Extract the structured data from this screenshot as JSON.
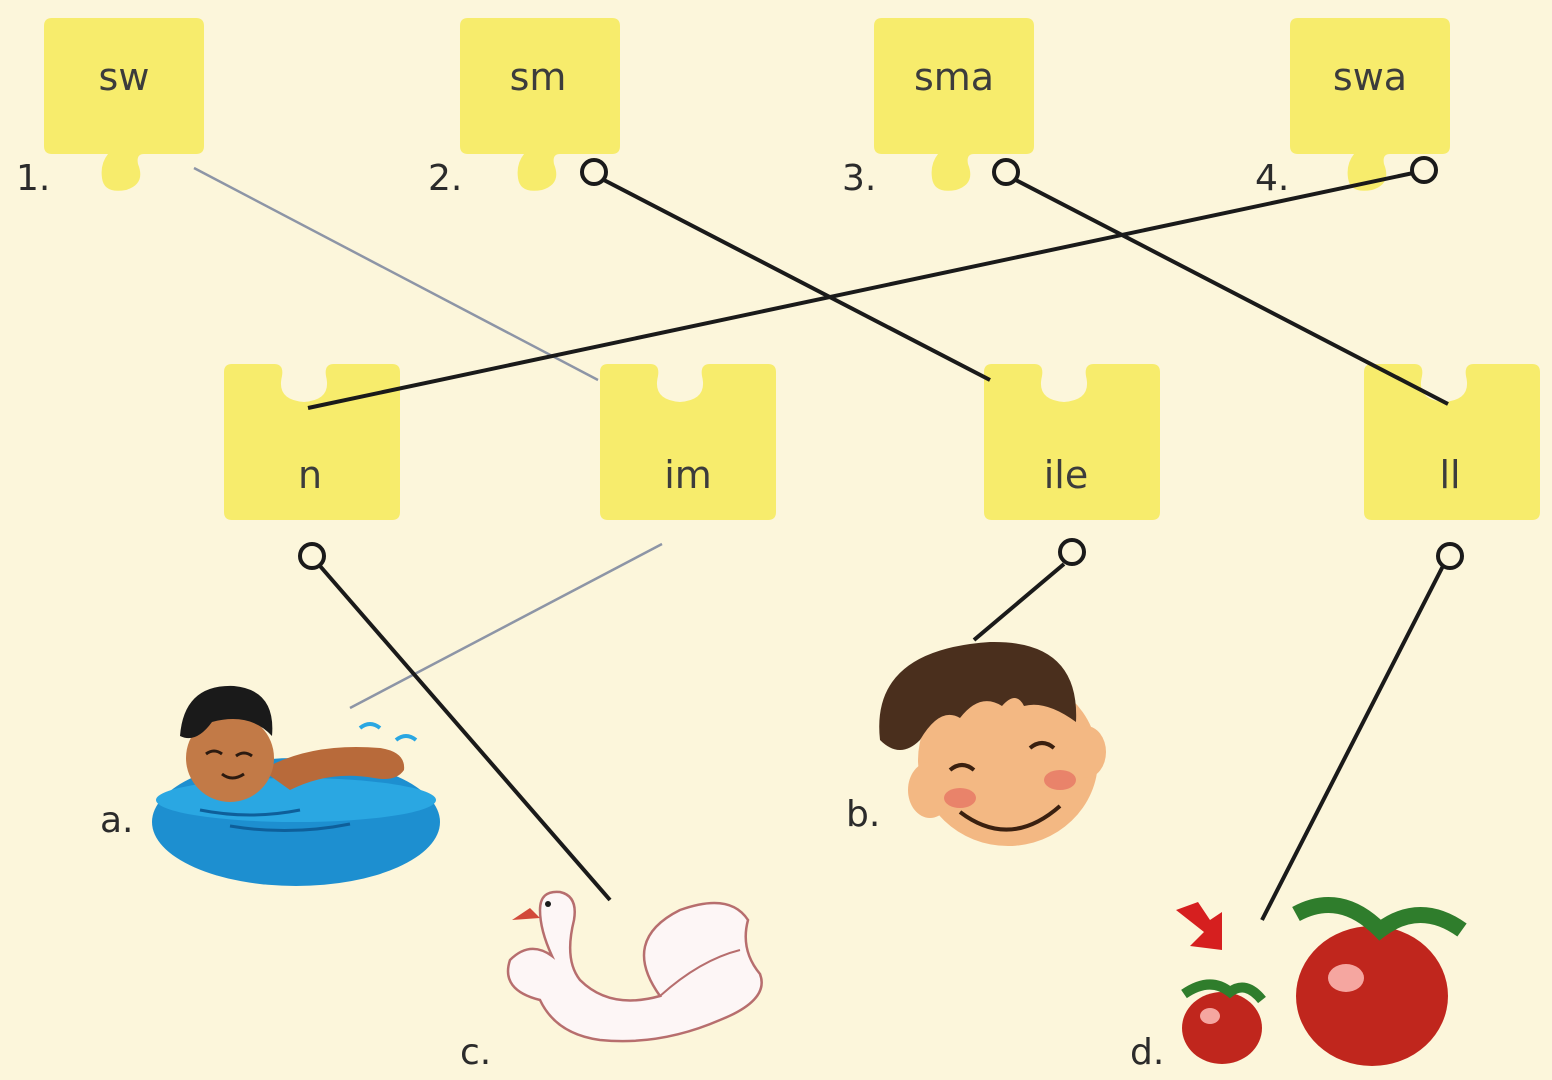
{
  "top_pieces": [
    {
      "number": "1.",
      "text": "sw"
    },
    {
      "number": "2.",
      "text": "sm"
    },
    {
      "number": "3.",
      "text": "sma"
    },
    {
      "number": "4.",
      "text": "swa"
    }
  ],
  "bottom_pieces": [
    {
      "text": "n"
    },
    {
      "text": "im"
    },
    {
      "text": "ile"
    },
    {
      "text": "ll"
    }
  ],
  "pictures": [
    {
      "letter": "a.",
      "depicts": "swimmer"
    },
    {
      "letter": "b.",
      "depicts": "smiling face"
    },
    {
      "letter": "c.",
      "depicts": "swan"
    },
    {
      "letter": "d.",
      "depicts": "small and big apple"
    }
  ],
  "colors": {
    "background": "#fcf6db",
    "piece_yellow": "#f7ec6c",
    "line_dark": "#1a1a1a",
    "line_faint": "#8d95a6"
  }
}
